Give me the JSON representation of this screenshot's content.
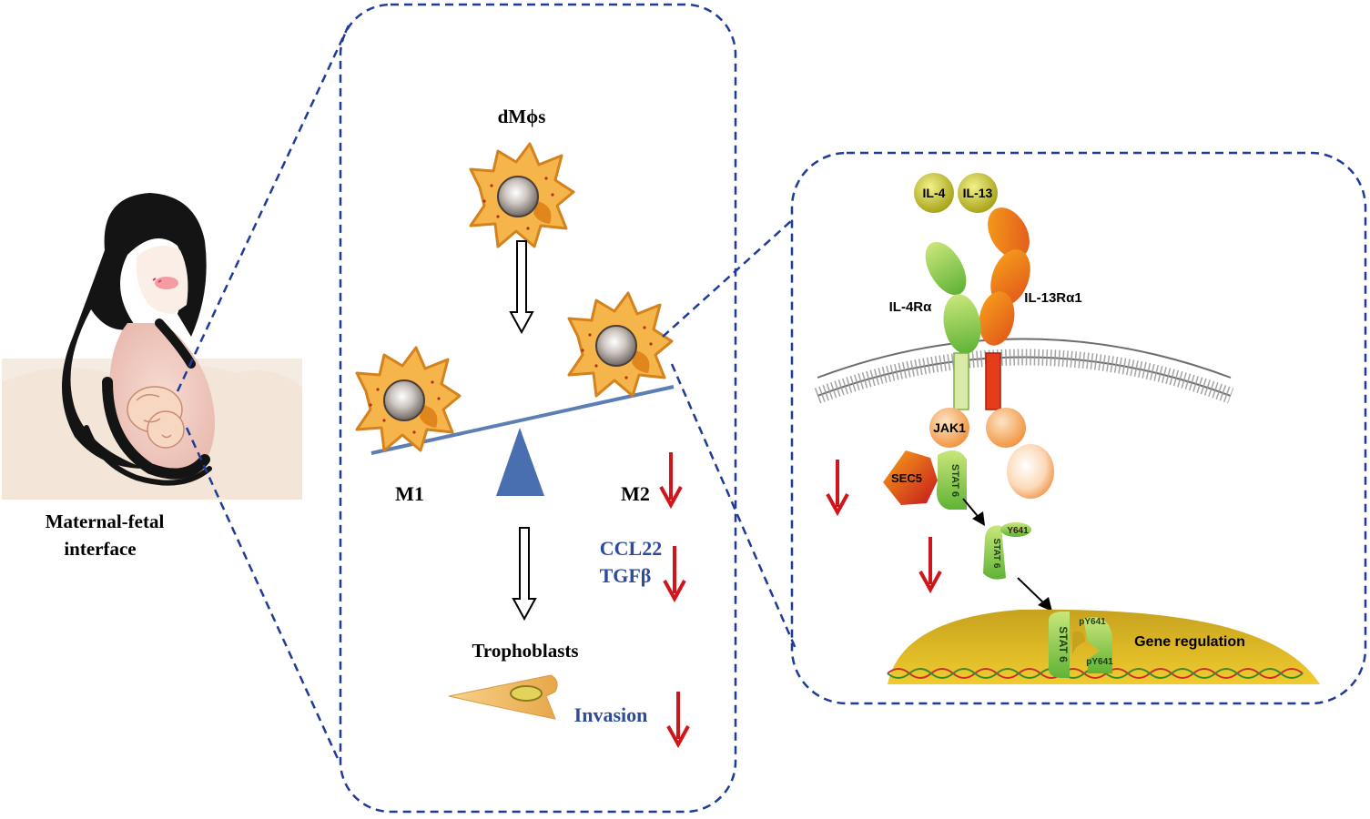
{
  "left": {
    "caption_line1": "Maternal-fetal",
    "caption_line2": "interface"
  },
  "middle": {
    "dmphi_label": "dMϕs",
    "m1_label": "M1",
    "m2_label": "M2",
    "ccl22_label": "CCL22",
    "tgfb_label": "TGFβ",
    "trophoblasts_label": "Trophoblasts",
    "invasion_label": "Invasion"
  },
  "right": {
    "il4": "IL-4",
    "il13": "IL-13",
    "il4ra": "IL-4Rα",
    "il13ra1": "IL-13Rα1",
    "jak1": "JAK1",
    "sec5": "SEC5",
    "stat6": "STAT 6",
    "y641": "Y641",
    "py641": "pY641",
    "gene_regulation": "Gene regulation"
  },
  "colors": {
    "dash_border": "#1f3b9a",
    "down_arrow": "#d0161b",
    "blue_text": "#2e4c9e",
    "balance_beam": "#5b7fb5",
    "fulcrum": "#4a6fb0"
  }
}
